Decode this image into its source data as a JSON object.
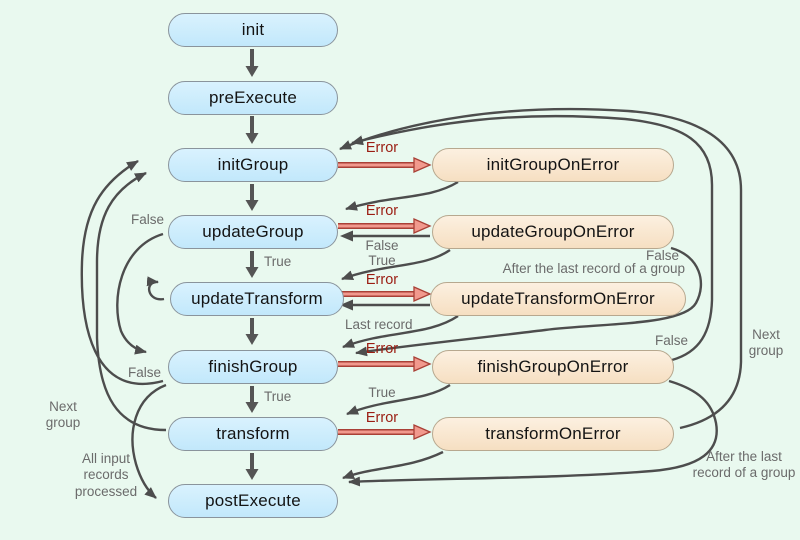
{
  "diagram_description": "Transform lifecycle flowchart with error-handling branches",
  "nodes": {
    "init": "init",
    "pre_execute": "preExecute",
    "init_group": "initGroup",
    "update_group": "updateGroup",
    "update_transform": "updateTransform",
    "finish_group": "finishGroup",
    "transform": "transform",
    "post_execute": "postExecute",
    "init_group_on_error": "initGroupOnError",
    "update_group_on_error": "updateGroupOnError",
    "update_transform_on_error": "updateTransformOnError",
    "finish_group_on_error": "finishGroupOnError",
    "transform_on_error": "transformOnError"
  },
  "labels": {
    "error": "Error",
    "true": "True",
    "false": "False",
    "last_record": "Last record",
    "next_group": "Next group",
    "all_input_records_processed": "All input records processed",
    "after_last_record": "After the last record of a group"
  },
  "colors": {
    "background": "#e9f9ef",
    "node_blue_fill": "#c9eafc",
    "node_peach_fill": "#f8e3c9",
    "node_blue_border": "#8a949c",
    "node_peach_border": "#b7a88f",
    "dark_arrow": "#4d4d4d",
    "error_arrow_core": "#f1998d",
    "error_arrow_edge": "#a94036",
    "error_text": "#9b1d12",
    "label_gray": "#6b6b6b",
    "node_text": "#141414"
  }
}
